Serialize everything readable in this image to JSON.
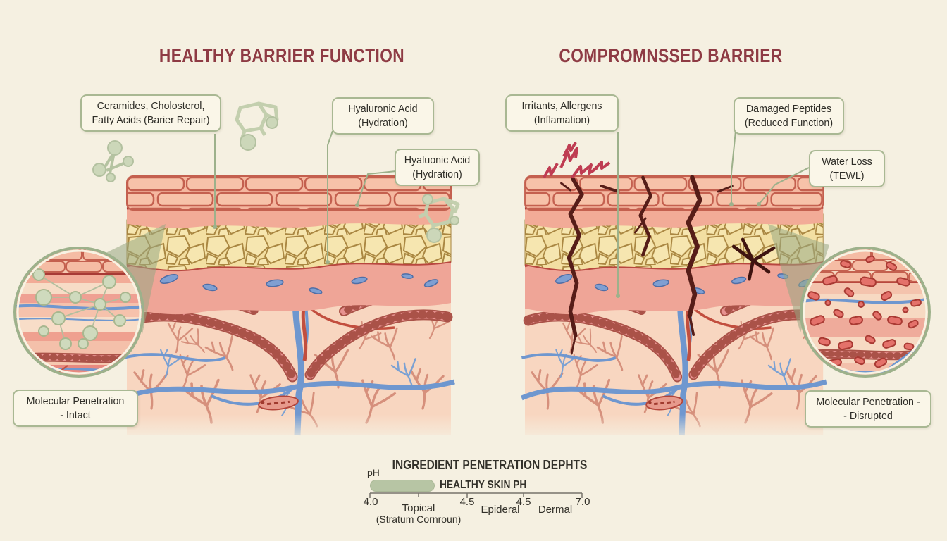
{
  "titles": {
    "left": "HEALTHY BARRIER FUNCTION",
    "right": "COMPROMNSSED BARRIER"
  },
  "callouts": {
    "ceramides": {
      "line1": "Ceramides, Cholosterol,",
      "line2": "Fatty Acids (Barier Repair)"
    },
    "hyaluronic_top": {
      "line1": "Hyaluronic Acid",
      "line2": "(Hydration)"
    },
    "hyaluronic_mid": {
      "line1": "Hyaluonic Acid",
      "line2": "(Hydration)"
    },
    "irritants": {
      "line1": "Irritants, Allergens",
      "line2": "(Inflamation)"
    },
    "damaged_peptides": {
      "line1": "Damaged Peptides",
      "line2": "(Reduced Function)"
    },
    "water_loss": {
      "line1": "Water Loss",
      "line2": "(TEWL)"
    },
    "penetration_intact": {
      "line1": "Molecular Penetration",
      "line2": "- Intact"
    },
    "penetration_disrupted": {
      "line1": "Molecular Penetration -",
      "line2": "- Disrupted"
    }
  },
  "scale": {
    "title": "INGREDIENT PENETRATION DEPHTS",
    "ph_label": "pH",
    "bar_label": "HEALTHY SKIN PH",
    "ticks": [
      "4.0",
      "4.5",
      "4.5",
      "7.0"
    ],
    "zones": {
      "topical": "Topical",
      "topical_sub": "(Stratum Cornroun)",
      "epidermal": "Epideral",
      "dermal": "Dermal"
    },
    "axis_range": [
      4.0,
      7.0
    ]
  },
  "colors": {
    "background": "#f5f0e1",
    "title": "#8e3b44",
    "callout_border": "#a9b893",
    "callout_bg": "#faf6e8",
    "text": "#2e2d27",
    "sage_line": "#9db18b",
    "ph_bar": "#b7c5a4",
    "skin_brick": "#f5b79f",
    "yellow_cells": "#f3dfa2",
    "dermis": "#f8d6c0",
    "vessel_blue": "#6f97cf",
    "vessel_red": "#c24e3e",
    "crack": "#561d18",
    "zigzag": "#bf3d52"
  }
}
